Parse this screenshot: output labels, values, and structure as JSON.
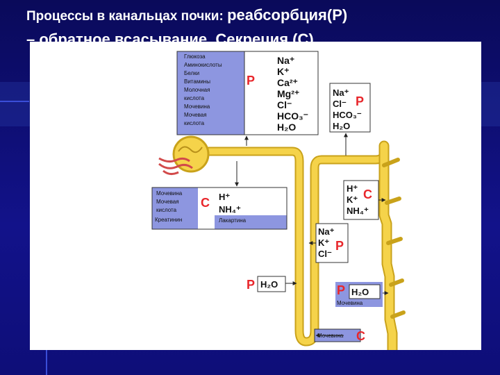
{
  "title": {
    "line1_part1": "Процессы в канальцах почки: ",
    "line1_part2": "реабсорбция(Р)",
    "line2": "– обратное всасывание.  Секреция (С)"
  },
  "colors": {
    "background": "#0c0c6e",
    "panel": "#ffffff",
    "tubule": "#f5d34a",
    "tubule_edge": "#c9a21a",
    "box_fill": "#8d96e0",
    "label_red": "#e8262b"
  },
  "boxes": {
    "top_left_list": [
      "Глюкоза",
      "Аминокислоты",
      "Белки",
      "Витамины",
      "Молочная",
      "кислота",
      "Мочевина",
      "Мочевая",
      "кислота"
    ],
    "top_letter": "Р",
    "top_ions": [
      "Na⁺",
      "K⁺",
      "Ca²⁺",
      "Mg²⁺",
      "Cl⁻",
      "HCO₃⁻",
      "H₂O"
    ],
    "right_top_ions": [
      "Na⁺",
      "Cl⁻",
      "HCO₃⁻",
      "H₂O"
    ],
    "right_top_letter": "Р",
    "right_mid_ions": [
      "H⁺",
      "K⁺",
      "NH₄⁺"
    ],
    "right_mid_letter": "С",
    "left_mid_list": [
      "Мочевина",
      "Мочевая",
      "кислота",
      "Креатинин"
    ],
    "left_mid_letter": "С",
    "left_mid_ions": [
      "H⁺",
      "NH₄⁺"
    ],
    "left_mid_extra": "Лакартина",
    "center_ions": [
      "Na⁺",
      "K⁺",
      "Cl⁻"
    ],
    "center_letter": "Р",
    "water_left_letter": "Р",
    "water_left_label": "H₂O",
    "water_right_letter": "Р",
    "water_right_label": "H₂O",
    "water_right_sub": "Мочевина",
    "bottom_label": "Мочевина",
    "bottom_letter": "С"
  }
}
